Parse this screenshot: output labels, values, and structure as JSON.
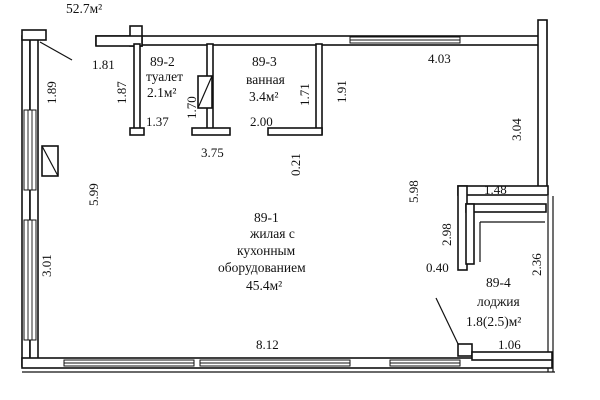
{
  "total_area": "52.7м²",
  "rooms": {
    "r1": {
      "code": "89-1",
      "line1": "жилая с",
      "line2": "кухонным",
      "line3": "оборудованием",
      "area": "45.4м²"
    },
    "r2": {
      "code": "89-2",
      "name": "туалет",
      "area": "2.1м²"
    },
    "r3": {
      "code": "89-3",
      "name": "ванная",
      "area": "3.4м²"
    },
    "r4": {
      "code": "89-4",
      "name": "лоджия",
      "area": "1.8(2.5)м²"
    }
  },
  "dimensions": {
    "d_181": "1.81",
    "d_189": "1.89",
    "d_187": "1.87",
    "d_170": "1.70",
    "d_137": "1.37",
    "d_375": "3.75",
    "d_171": "1.71",
    "d_191": "1.91",
    "d_200": "2.00",
    "d_021": "0.21",
    "d_403": "4.03",
    "d_304": "3.04",
    "d_599": "5.99",
    "d_598": "5.98",
    "d_148": "1.48",
    "d_298": "2.98",
    "d_040": "0.40",
    "d_236": "2.36",
    "d_301": "3.01",
    "d_812": "8.12",
    "d_106": "1.06"
  }
}
